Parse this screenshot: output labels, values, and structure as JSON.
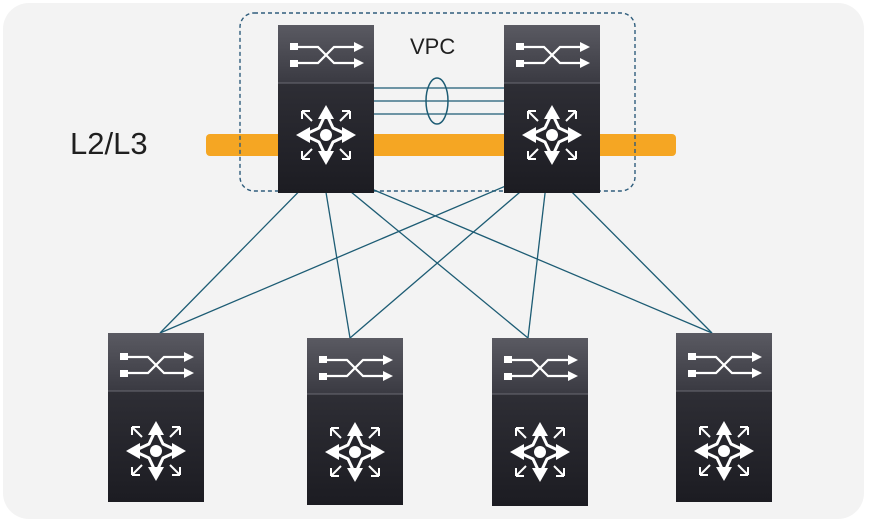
{
  "labels": {
    "layer": "L2/L3",
    "vpc": "VPC"
  },
  "colors": {
    "panel_bg": "#f3f3f3",
    "layer_band": "#f5a623",
    "link": "#1d5c74",
    "vpc_box": "#2f5d7c",
    "switch_top": "#4a4a52",
    "switch_body": "#26262c",
    "icon": "#ffffff"
  },
  "topology": {
    "spines": [
      "spine-left",
      "spine-right"
    ],
    "leaves": [
      "leaf-1",
      "leaf-2",
      "leaf-3",
      "leaf-4"
    ],
    "vpc_peer_links": 3,
    "uplinks": [
      [
        "spine-left",
        "leaf-1"
      ],
      [
        "spine-left",
        "leaf-2"
      ],
      [
        "spine-left",
        "leaf-3"
      ],
      [
        "spine-left",
        "leaf-4"
      ],
      [
        "spine-right",
        "leaf-1"
      ],
      [
        "spine-right",
        "leaf-2"
      ],
      [
        "spine-right",
        "leaf-3"
      ],
      [
        "spine-right",
        "leaf-4"
      ]
    ]
  }
}
